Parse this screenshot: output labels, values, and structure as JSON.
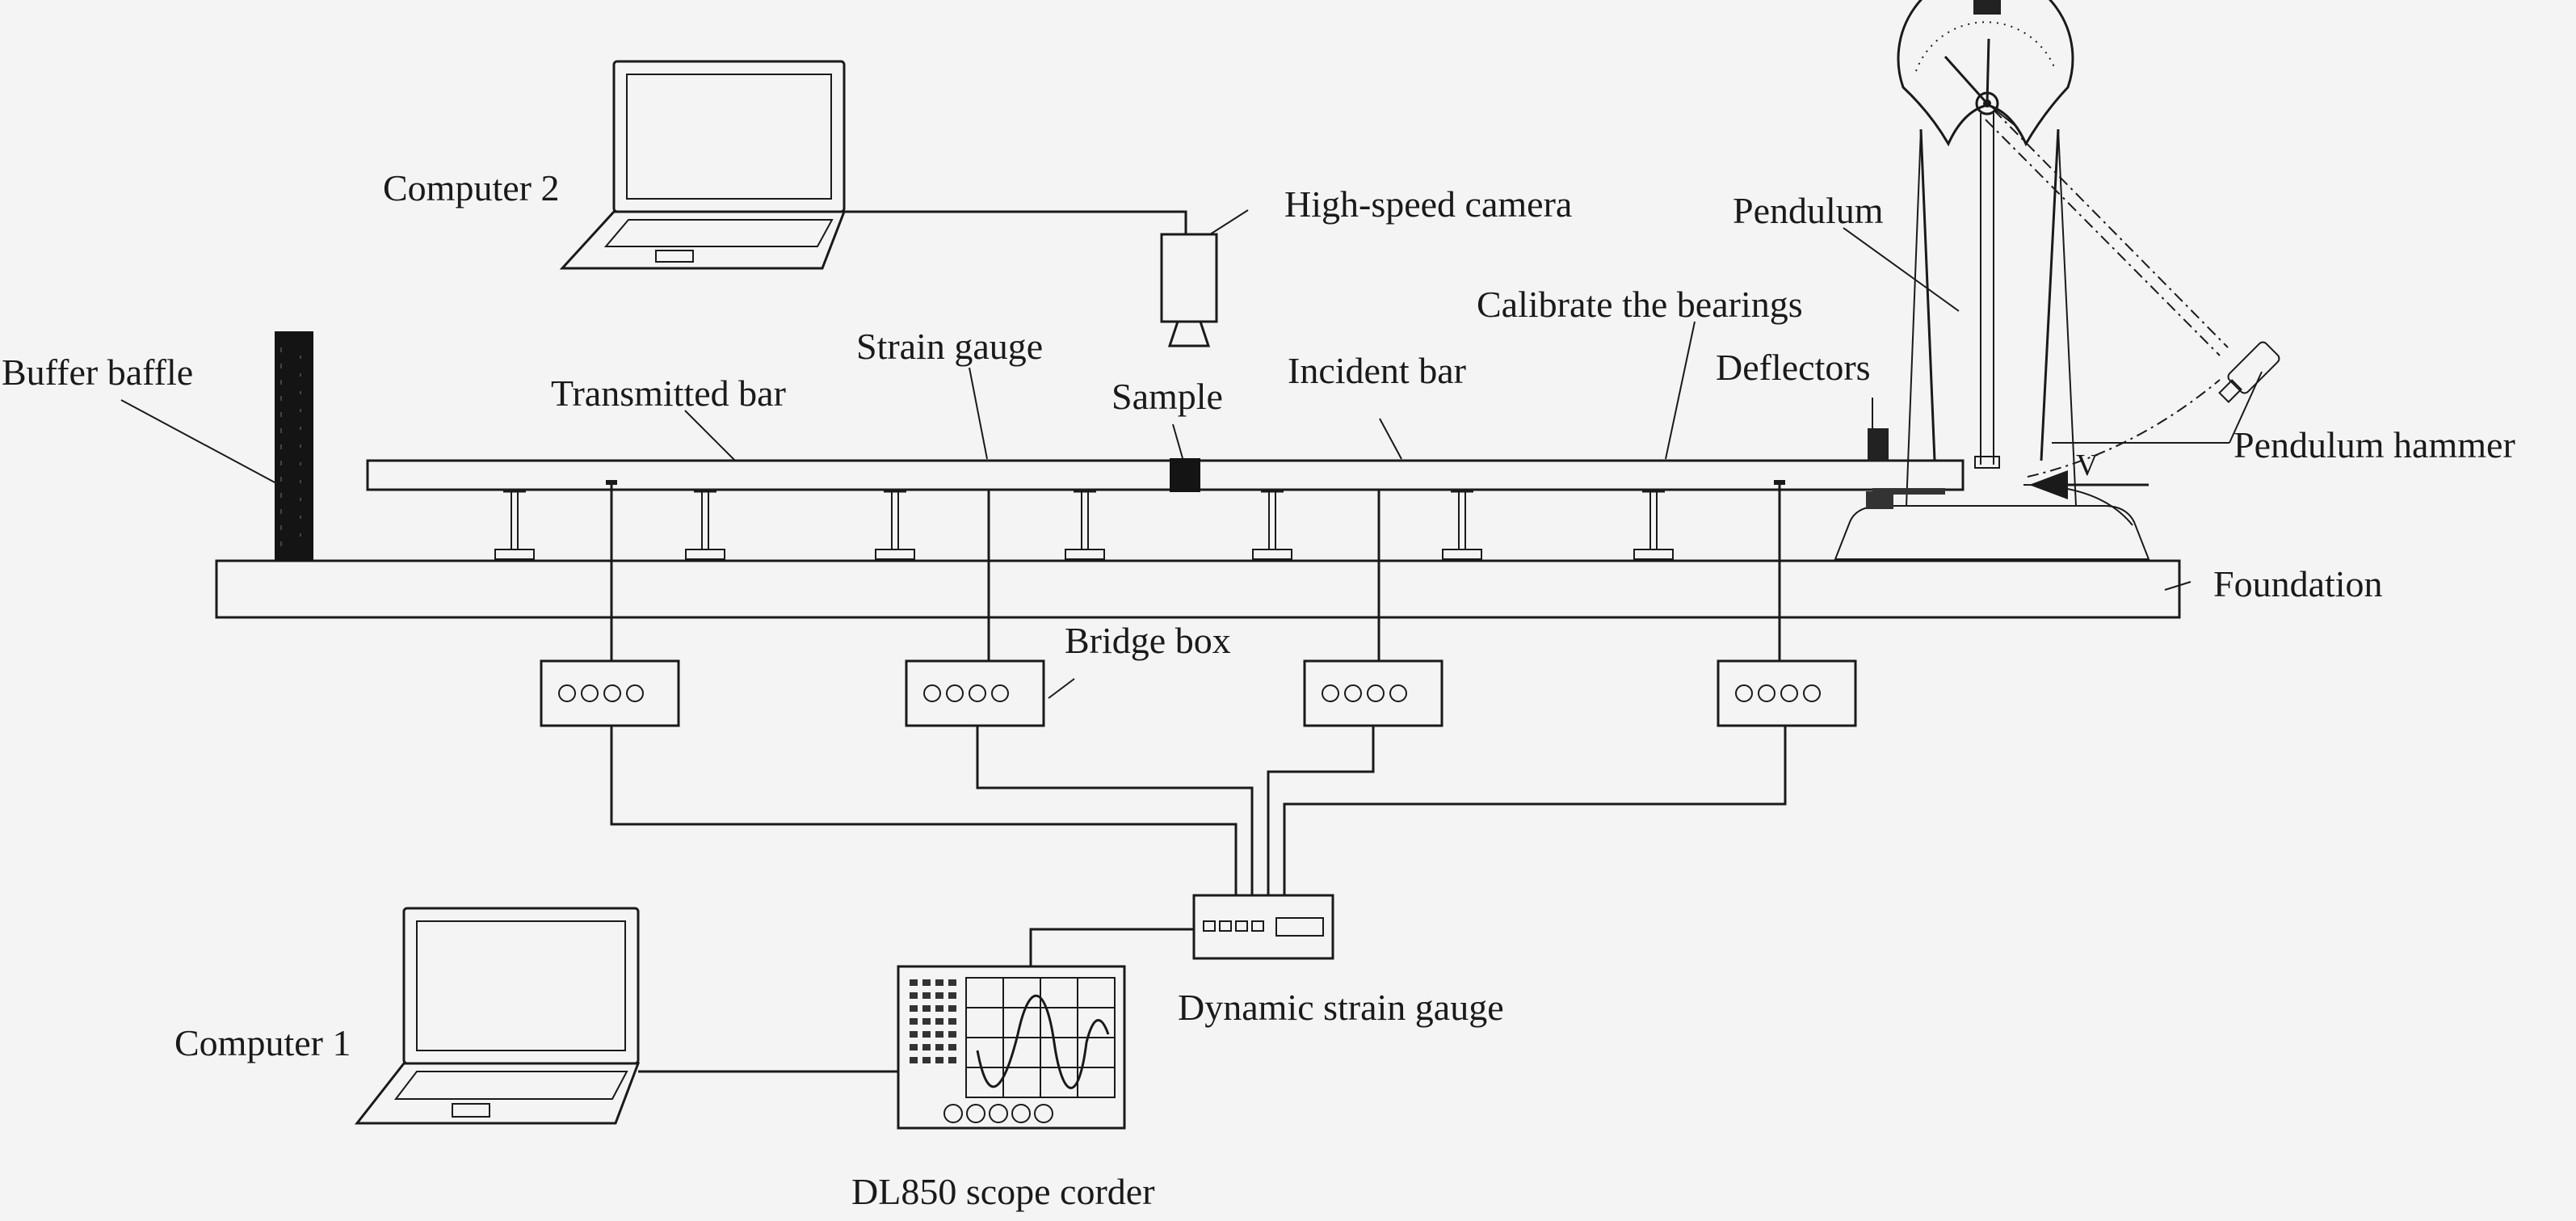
{
  "labels": {
    "computer2": "Computer 2",
    "high_speed_camera": "High-speed camera",
    "pendulum": "Pendulum",
    "calibrate_bearings": "Calibrate the bearings",
    "buffer_baffle": "Buffer baffle",
    "strain_gauge": "Strain gauge",
    "transmitted_bar": "Transmitted bar",
    "sample": "Sample",
    "incident_bar": "Incident bar",
    "deflectors": "Deflectors",
    "pendulum_hammer": "Pendulum hammer",
    "velocity": "V",
    "foundation": "Foundation",
    "bridge_box": "Bridge box",
    "dynamic_strain_gauge": "Dynamic strain gauge",
    "computer1": "Computer 1",
    "scope_corder": "DL850 scope corder"
  },
  "colors": {
    "background": "#f4f4f4",
    "ink": "#1a1a1a",
    "bar_fill": "#c8c8c8",
    "foundation_fill": "#ededed"
  }
}
